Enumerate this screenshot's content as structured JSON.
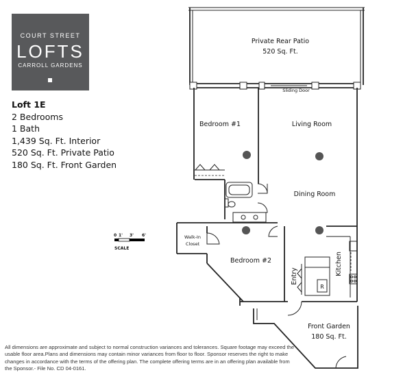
{
  "logo": {
    "line1": "COURT STREET",
    "line2": "LOFTS",
    "line3": "CARROLL GARDENS"
  },
  "unit": {
    "title": "Loft 1E",
    "bedrooms": "2 Bedrooms",
    "baths": "1 Bath",
    "interior": "1,439 Sq. Ft. Interior",
    "patio": "520 Sq. Ft. Private Patio",
    "garden": "180 Sq. Ft. Front Garden"
  },
  "rooms": {
    "patio_name": "Private Rear Patio",
    "patio_area": "520 Sq. Ft.",
    "sliding_door": "Sliding Door",
    "bedroom1": "Bedroom #1",
    "living": "Living Room",
    "dining": "Dining Room",
    "walkin_line1": "Walk-In",
    "walkin_line2": "Closet",
    "bedroom2": "Bedroom #2",
    "entry": "Entry",
    "kitchen": "Kitchen",
    "fridge": "R",
    "garden_name": "Front Garden",
    "garden_area": "180 Sq. Ft."
  },
  "scale": {
    "ticks": [
      "0",
      "1'",
      "3'",
      "6'"
    ],
    "label": "SCALE"
  },
  "disclaimer": "All dimensions are approximate and subject to normal construction variances and tolerances. Square footage may exceed the usable floor area.Plans and dimensions may contain minor variances from floor to floor. Sponsor reserves the right to make changes in accordance with the terms of the offering plan.  The complete offering terms are in an offering plan available from the Sponsor.- File No. CD 04-0161."
}
